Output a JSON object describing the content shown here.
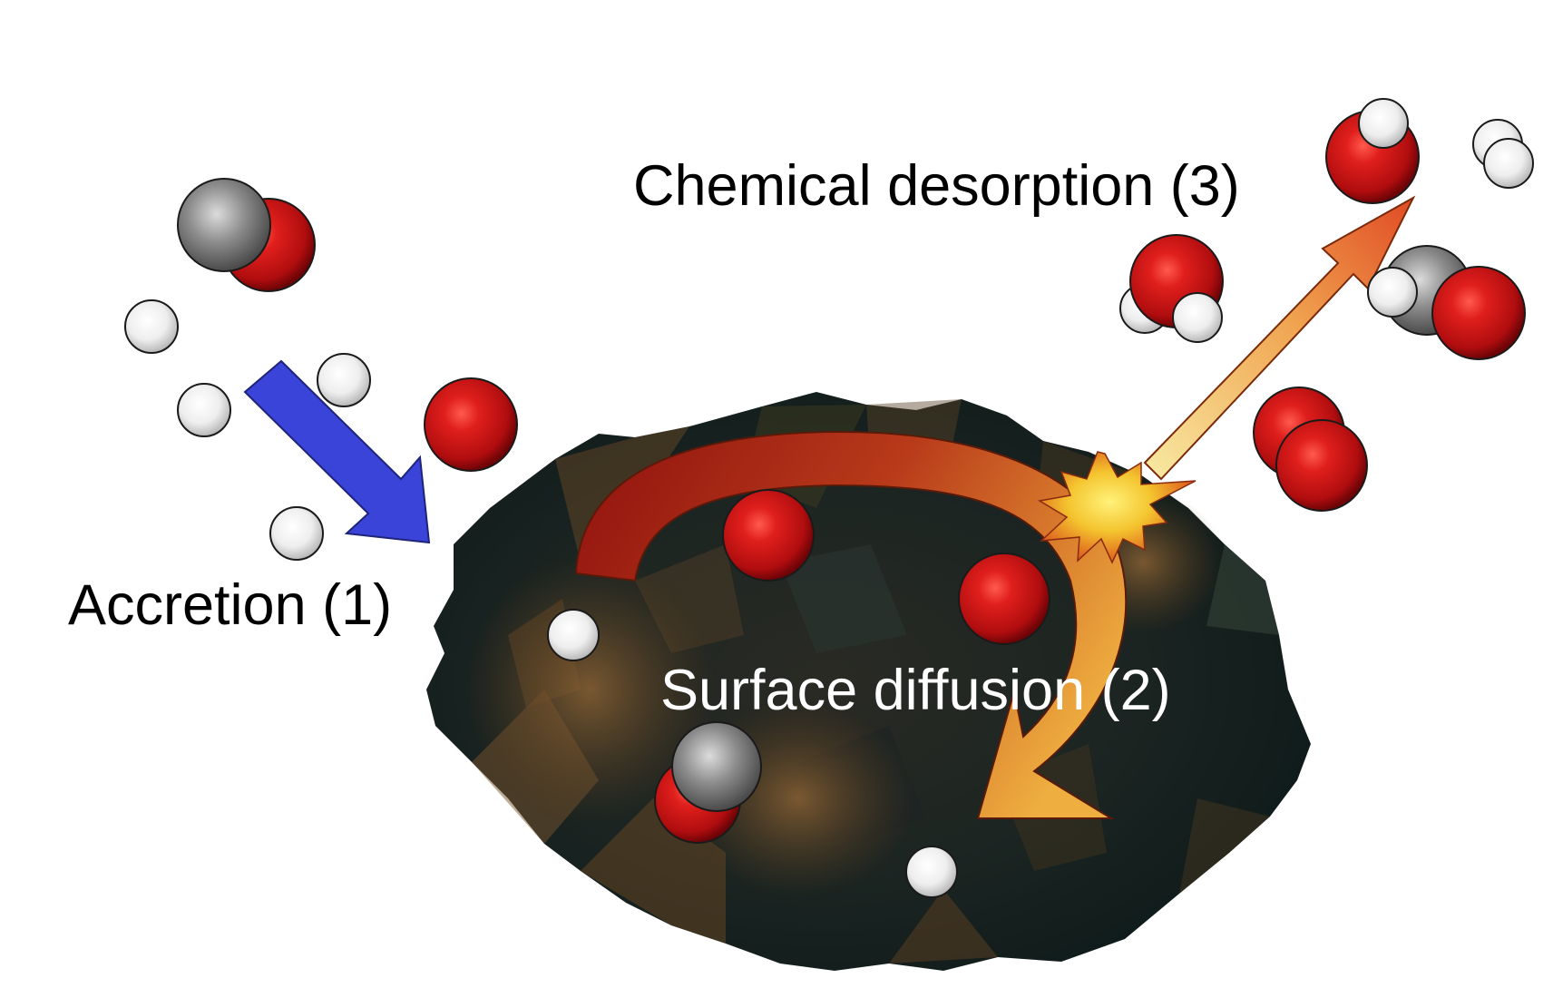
{
  "labels": {
    "accretion": "Accretion (1)",
    "surface_diffusion": "Surface diffusion (2)",
    "chemical_desorption": "Chemical desorption (3)"
  },
  "colors": {
    "background": "#ffffff",
    "oxygen_atom": "#d4141a",
    "hydrogen_atom": "#f2f2f2",
    "carbon_atom": "#8a8a8a",
    "accretion_arrow": "#3a44d8",
    "diffusion_arrow_start": "#9c1a10",
    "diffusion_arrow_end": "#e8a03a",
    "desorption_arrow_start": "#f7e08a",
    "desorption_arrow_end": "#e0582a",
    "reaction_burst": "#f4d83a",
    "grain_dark": "#14201f",
    "grain_brown": "#6a4a2a"
  },
  "icons": {
    "grain": "dust-grain",
    "burst": "reaction-star-burst",
    "atoms": [
      "oxygen-atom",
      "hydrogen-atom",
      "carbon-atom"
    ]
  }
}
